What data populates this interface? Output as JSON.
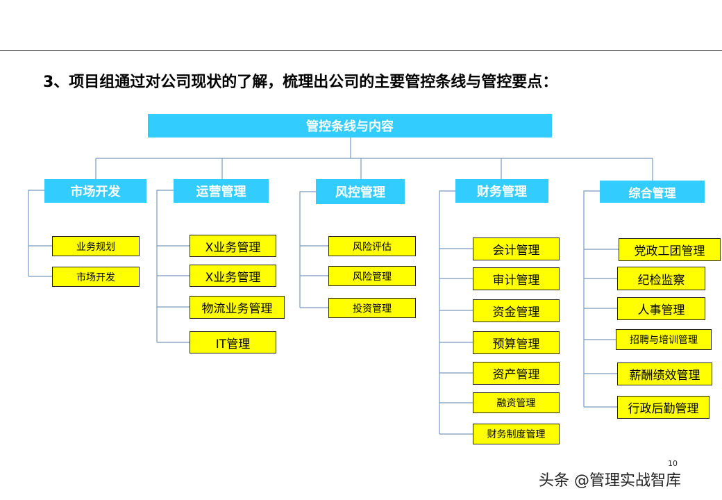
{
  "heading": "3、项目组通过对公司现状的了解，梳理出公司的主要管控条线与管控要点：",
  "root": "管控条线与内容",
  "categories": [
    {
      "label": "市场开发",
      "items": [
        "业务规划",
        "市场开发"
      ]
    },
    {
      "label": "运营管理",
      "items": [
        "X业务管理",
        "X业务管理",
        "物流业务管理",
        "IT管理"
      ]
    },
    {
      "label": "风控管理",
      "items": [
        "风险评估",
        "风险管理",
        "投资管理"
      ]
    },
    {
      "label": "财务管理",
      "items": [
        "会计管理",
        "审计管理",
        "资金管理",
        "预算管理",
        "资产管理",
        "融资管理",
        "财务制度管理"
      ]
    },
    {
      "label": "综合管理",
      "items": [
        "党政工团管理",
        "纪检监察",
        "人事管理",
        "招聘与培训管理",
        "薪酬绩效管理",
        "行政后勤管理"
      ]
    }
  ],
  "page_number": "10",
  "watermark": "头条 @管理实战智库",
  "colors": {
    "category_fill": "#33ccff",
    "item_fill": "#ffff00",
    "connector": "#7799bb"
  }
}
